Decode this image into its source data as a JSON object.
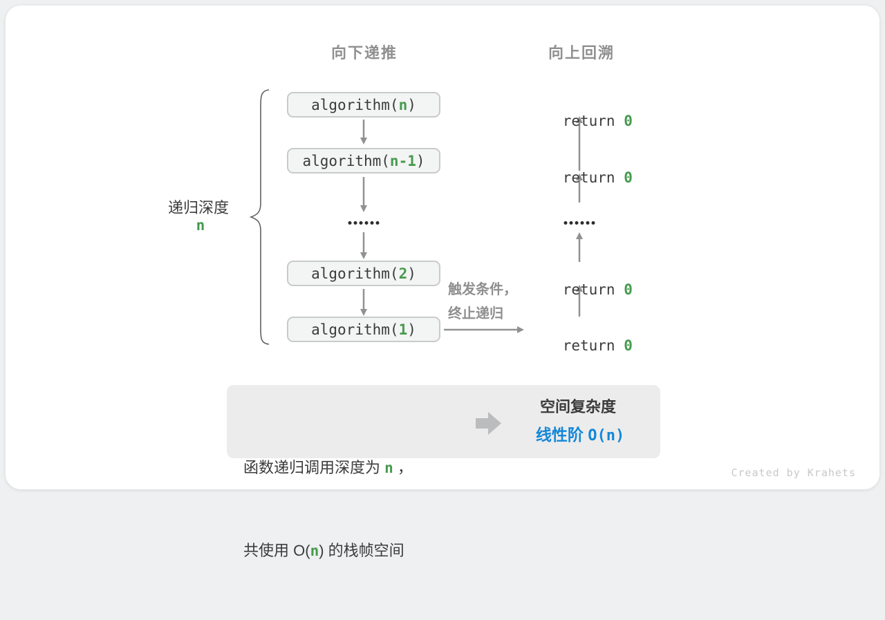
{
  "headers": {
    "downward": "向下递推",
    "upward": "向上回溯"
  },
  "depth_label": {
    "text": "递归深度",
    "value": "n"
  },
  "call_boxes": [
    {
      "pre": "algorithm(",
      "arg": "n",
      "post": ")"
    },
    {
      "pre": "algorithm(",
      "arg": "n-1",
      "post": ")"
    },
    {
      "pre": "algorithm(",
      "arg": "2",
      "post": ")"
    },
    {
      "pre": "algorithm(",
      "arg": "1",
      "post": ")"
    }
  ],
  "return_stmt": {
    "keyword": "return ",
    "value": "0"
  },
  "trigger_note": {
    "line1": "触发条件，",
    "line2": "终止递归"
  },
  "summary": {
    "line1": {
      "pre": "函数递归调用深度为 ",
      "var": "n",
      "post": " ，"
    },
    "line2": {
      "pre": "共使用 O(",
      "var": "n",
      "post": ") 的栈帧空间"
    },
    "result_title": "空间复杂度",
    "result_label": "线性阶 ",
    "result_bigo": "O(n)"
  },
  "footer": {
    "credit": "Created by Krahets"
  },
  "colors": {
    "green": "#469a4e",
    "blue": "#1487d8",
    "gray": "#8f8f8f",
    "arrow": "#8f9193"
  }
}
